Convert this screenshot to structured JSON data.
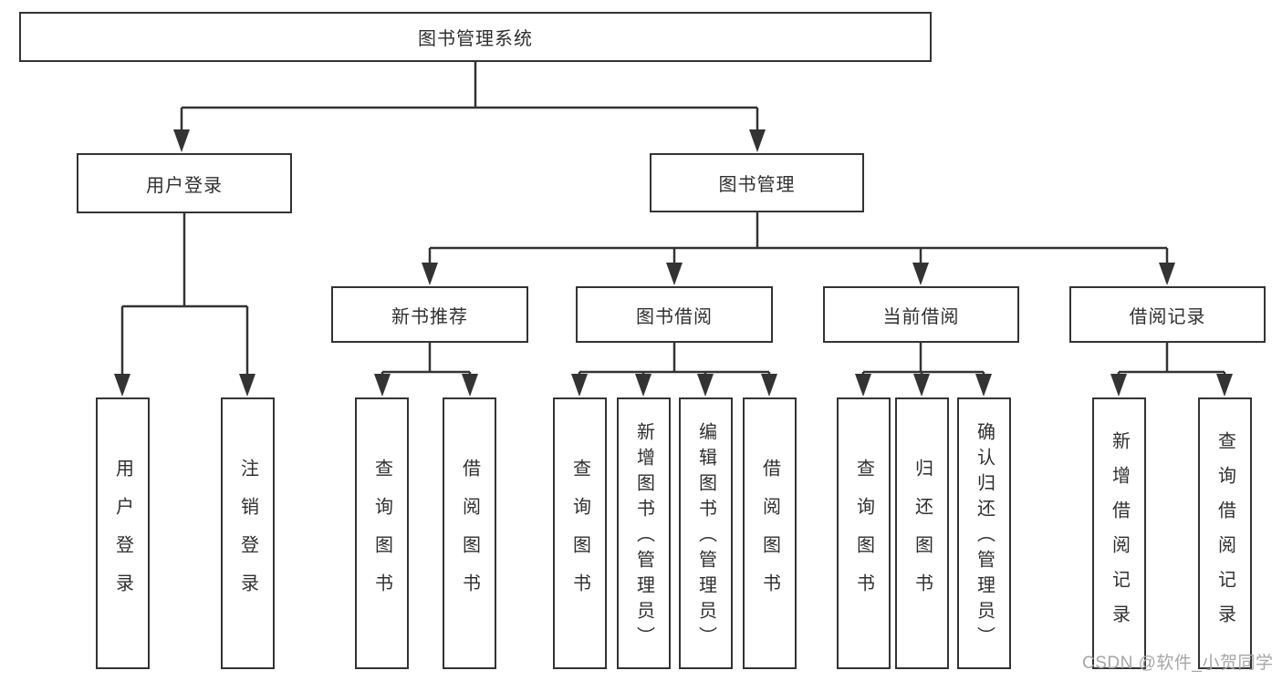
{
  "diagram": {
    "tree": {
      "label": "图书管理系统",
      "children": [
        {
          "label": "用户登录",
          "children": [
            {
              "label": "用户登录"
            },
            {
              "label": "注销登录"
            }
          ]
        },
        {
          "label": "图书管理",
          "children": [
            {
              "label": "新书推荐",
              "children": [
                {
                  "label": "查询图书"
                },
                {
                  "label": "借阅图书"
                }
              ]
            },
            {
              "label": "图书借阅",
              "children": [
                {
                  "label": "查询图书"
                },
                {
                  "label": "新增图书（管理员）"
                },
                {
                  "label": "编辑图书（管理员）"
                },
                {
                  "label": "借阅图书"
                }
              ]
            },
            {
              "label": "当前借阅",
              "children": [
                {
                  "label": "查询图书"
                },
                {
                  "label": "归还图书"
                },
                {
                  "label": "确认归还（管理员）"
                }
              ]
            },
            {
              "label": "借阅记录",
              "children": [
                {
                  "label": "新增借阅记录"
                },
                {
                  "label": "查询借阅记录"
                }
              ]
            }
          ]
        }
      ]
    },
    "colors": {
      "line": "#333333",
      "node_border": "#333333",
      "text": "#2f2f2f",
      "background": "#ffffff",
      "watermark": "#a6a6a6"
    }
  },
  "watermark": {
    "text": "CSDN @软件_小贺同学"
  }
}
